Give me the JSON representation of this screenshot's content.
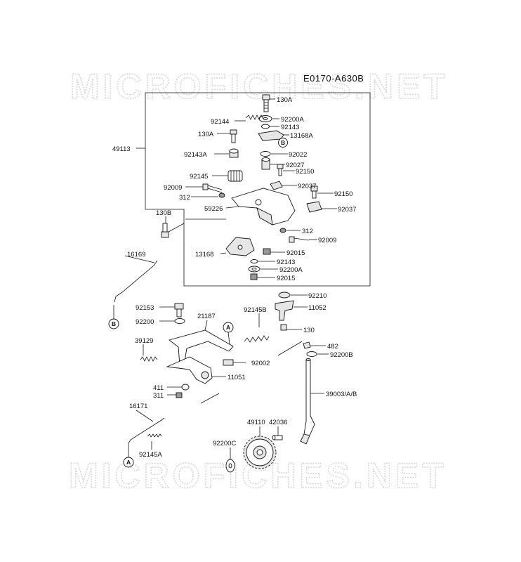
{
  "diagram_code": "E0170-A630B",
  "watermarks": [
    "MICROFICHES.NET",
    "MICROFICHES.NET"
  ],
  "callouts": {
    "a": "A",
    "b": "B"
  },
  "labels": {
    "p130a_top": "130A",
    "p92200a_top": "92200A",
    "p92144": "92144",
    "p92143_top": "92143",
    "p130a_mid": "130A",
    "p13168a": "13168A",
    "p49113": "49113",
    "p92143a": "92143A",
    "p92022": "92022",
    "p92027": "92027",
    "p92150_a": "92150",
    "p92145": "92145",
    "p92037_a": "92037",
    "p92009_left": "92009",
    "p312_left": "312",
    "p92150_b": "92150",
    "p59226": "59226",
    "p92037_b": "92037",
    "p130b": "130B",
    "p312_right": "312",
    "p92009_right": "92009",
    "p16169": "16169",
    "p13168": "13168",
    "p92015_a": "92015",
    "p92143_low": "92143",
    "p92200a_low": "92200A",
    "p92015_b": "92015",
    "p92210": "92210",
    "p92153": "92153",
    "p92145b": "92145B",
    "p11052": "11052",
    "p21187": "21187",
    "p92200": "92200",
    "p130": "130",
    "p39129": "39129",
    "p482": "482",
    "p92200b": "92200B",
    "p92002": "92002",
    "p11051": "11051",
    "p411": "411",
    "p311": "311",
    "p39003": "39003/A/B",
    "p16171": "16171",
    "p49110": "49110",
    "p42036": "42036",
    "p92200c": "92200C",
    "p92145a": "92145A"
  }
}
